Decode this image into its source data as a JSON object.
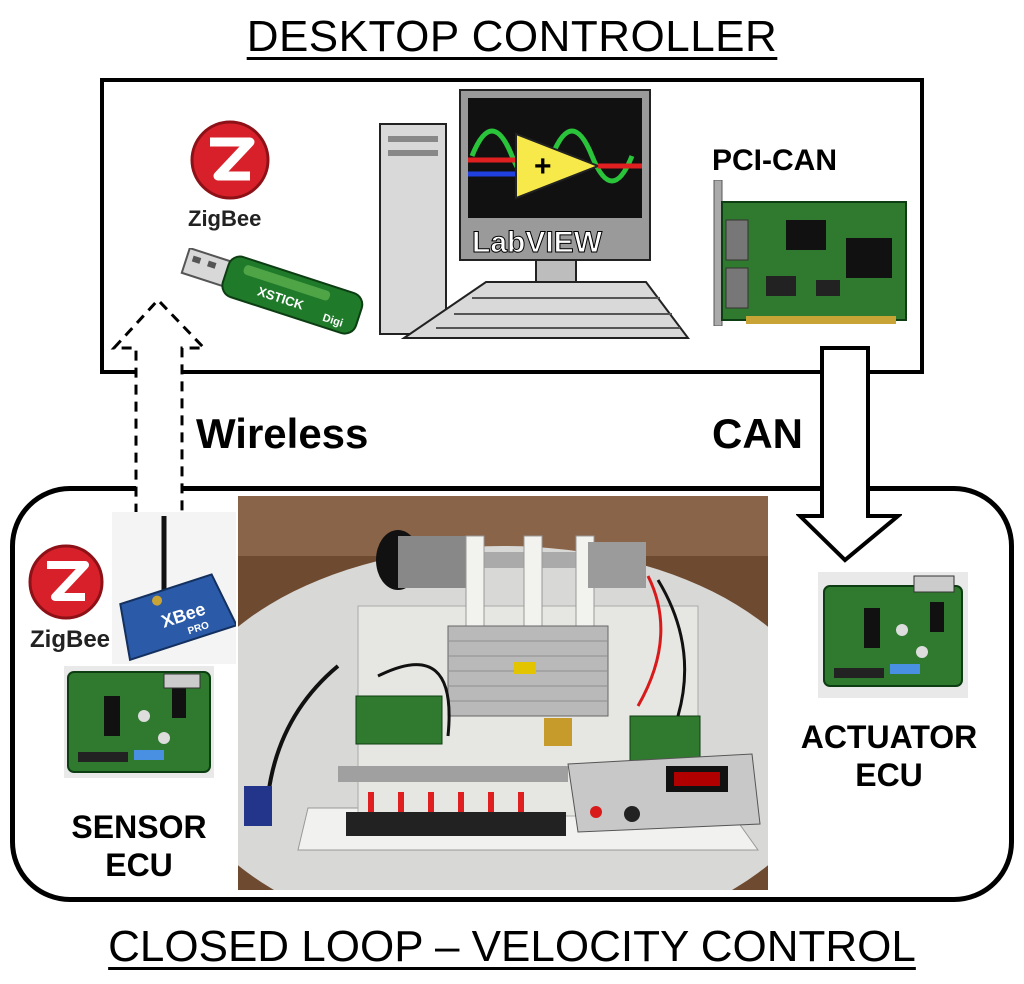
{
  "titles": {
    "top": "DESKTOP CONTROLLER",
    "bottom": "CLOSED LOOP – VELOCITY CONTROL"
  },
  "labels": {
    "wireless": "Wireless",
    "can": "CAN",
    "pci_can": "PCI-CAN",
    "actuator_ecu_line1": "ACTUATOR",
    "actuator_ecu_line2": "ECU",
    "sensor_ecu_line1": "SENSOR",
    "sensor_ecu_line2": "ECU",
    "zigbee_top": "ZigBee",
    "zigbee_bottom": "ZigBee",
    "xstick": "XSTICK",
    "digi_stick": "Digi",
    "xbee": "XBee",
    "xbee_pro": "PRO",
    "labview": "LabVIEW"
  },
  "colors": {
    "zigbee_red": "#d8202a",
    "board_green": "#2f7a2e",
    "xbee_blue": "#2a5aa8",
    "stick_green": "#1f7a2a",
    "labview_yellow": "#f7e94a"
  },
  "icons": {
    "zigbee_logo": "zigbee-logo",
    "usb_stick": "xstick-usb-icon",
    "computer": "desktop-computer-icon",
    "pci_card": "pci-can-card-icon",
    "xbee_module": "xbee-module-icon",
    "ecu_board": "ecu-board-icon",
    "test_rig": "velocity-test-rig-photo"
  }
}
